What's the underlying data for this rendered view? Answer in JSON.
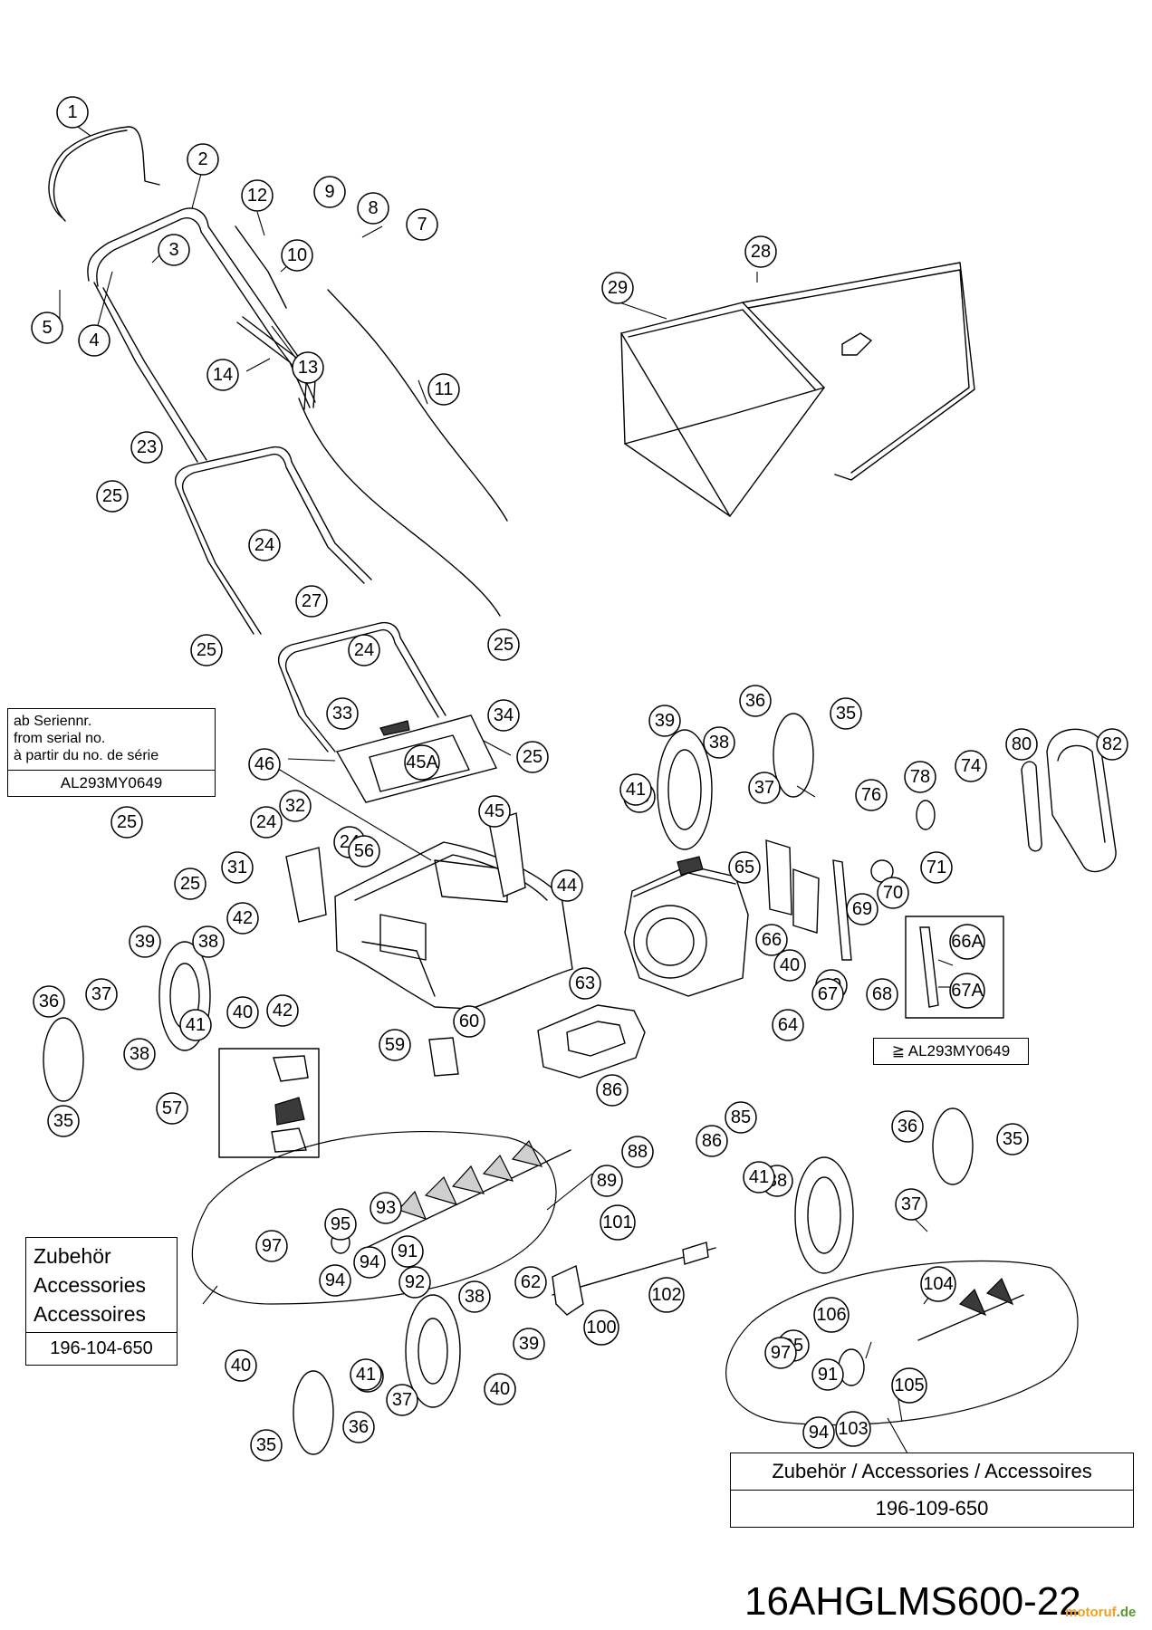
{
  "callouts": [
    "1",
    "2",
    "3",
    "4",
    "5",
    "7",
    "8",
    "9",
    "10",
    "11",
    "12",
    "13",
    "14",
    "23",
    "24",
    "25",
    "27",
    "28",
    "29",
    "31",
    "32",
    "33",
    "34",
    "35",
    "36",
    "37",
    "38",
    "39",
    "40",
    "41",
    "42",
    "44",
    "45",
    "45A",
    "46",
    "56",
    "57",
    "59",
    "60",
    "62",
    "63",
    "64",
    "65",
    "66",
    "66A",
    "67",
    "67A",
    "68",
    "69",
    "70",
    "71",
    "74",
    "76",
    "78",
    "80",
    "82",
    "85",
    "86",
    "88",
    "89",
    "91",
    "92",
    "93",
    "94",
    "95",
    "97",
    "100",
    "101",
    "102",
    "103",
    "104",
    "105",
    "106"
  ],
  "serial_box": {
    "lines": [
      "ab Seriennr.",
      "from serial no.",
      "à partir du no. de série"
    ],
    "value": "AL293MY0649"
  },
  "serial_box_2": {
    "value": "≧ AL293MY0649"
  },
  "accessories_1": {
    "lines": [
      "Zubehör",
      "Accessories",
      "Accessoires"
    ],
    "code": "196-104-650"
  },
  "accessories_2": {
    "label": "Zubehör / Accessories / Accessoires",
    "code": "196-109-650"
  },
  "page_id": "16AHGLMS600-22",
  "watermark": {
    "text": "motoruf",
    "suffix": ".de"
  }
}
